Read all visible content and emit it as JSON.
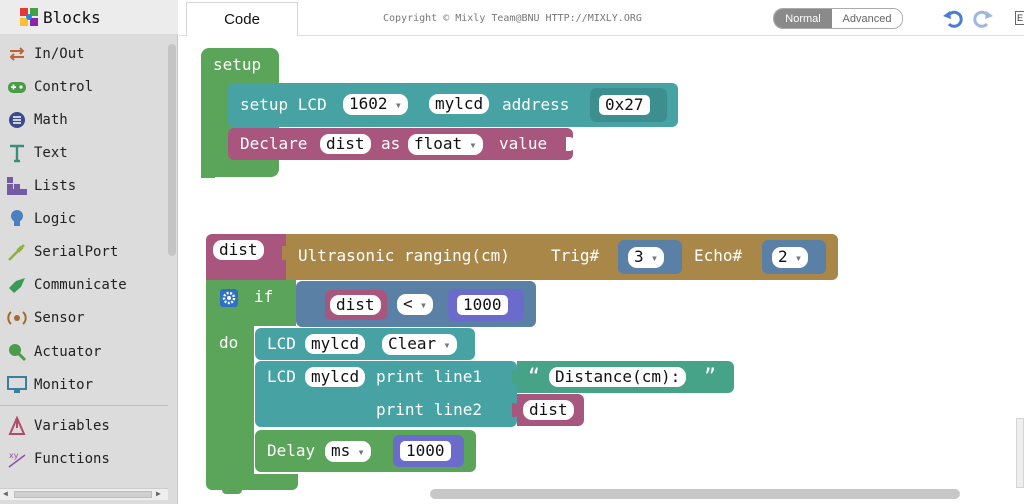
{
  "sidebar": {
    "title": "Blocks",
    "items": [
      {
        "label": "In/Out",
        "icon": "in-out-icon",
        "color": "#c0633a"
      },
      {
        "label": "Control",
        "icon": "gamepad-icon",
        "color": "#4a9b4a"
      },
      {
        "label": "Math",
        "icon": "math-icon",
        "color": "#3a4a8a"
      },
      {
        "label": "Text",
        "icon": "text-icon",
        "color": "#3b8c7a"
      },
      {
        "label": "Lists",
        "icon": "lists-icon",
        "color": "#745ba5"
      },
      {
        "label": "Logic",
        "icon": "bulb-icon",
        "color": "#4a7fc0"
      },
      {
        "label": "SerialPort",
        "icon": "serial-icon",
        "color": "#8ab33a"
      },
      {
        "label": "Communicate",
        "icon": "communicate-icon",
        "color": "#3a9a5a"
      },
      {
        "label": "Sensor",
        "icon": "sensor-icon",
        "color": "#a26a2e"
      },
      {
        "label": "Actuator",
        "icon": "actuator-icon",
        "color": "#4a9b4a"
      },
      {
        "label": "Monitor",
        "icon": "monitor-icon",
        "color": "#3a7fa0"
      },
      {
        "label": "Variables",
        "icon": "variables-icon",
        "color": "#b5496a"
      },
      {
        "label": "Functions",
        "icon": "functions-icon",
        "color": "#8f4fa6"
      }
    ]
  },
  "topbar": {
    "tab_code": "Code",
    "copyright": "Copyright © Mixly Team@BNU HTTP://MIXLY.ORG",
    "mode_normal": "Normal",
    "mode_advanced": "Advanced",
    "right_cut": "E"
  },
  "colors": {
    "green": "#5ba55b",
    "teal": "#47a3a3",
    "teal_dark": "#3d8f8f",
    "pink": "#a8567e",
    "brown": "#a88748",
    "blue": "#5b80a5",
    "navy": "#6b6bcc"
  },
  "blocks": {
    "setup": {
      "label": "setup",
      "lcd_setup": "setup  LCD",
      "lcd_type": "1602",
      "lcd_name": "mylcd",
      "address_label": "address",
      "address_value": "0x27",
      "declare": "Declare",
      "var": "dist",
      "as": "as",
      "type": "float",
      "value": "value"
    },
    "loop": {
      "var": "dist",
      "ultrasonic": "Ultrasonic ranging(cm)",
      "trig_label": "Trig#",
      "trig_value": "3",
      "echo_label": "Echo#",
      "echo_value": "2",
      "if": "if",
      "do": "do",
      "cmp_var": "dist",
      "cmp_op": "<",
      "cmp_value": "1000",
      "lcd": "LCD",
      "lcd_name": "mylcd",
      "clear": "Clear",
      "print_line1": "print line1",
      "open_quote": "“",
      "string_value": "Distance(cm):",
      "close_quote": "”",
      "print_line2": "print line2",
      "line2_var": "dist",
      "delay": "Delay",
      "delay_unit": "ms",
      "delay_value": "1000"
    }
  }
}
